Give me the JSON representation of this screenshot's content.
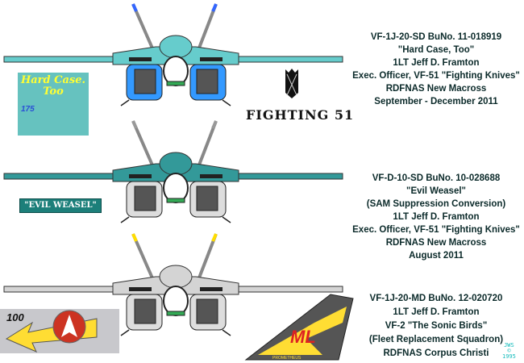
{
  "aircraft": [
    {
      "lines": [
        "VF-1J-20-SD BuNo. 11-018919",
        "\"Hard Case, Too\"",
        "1LT Jeff D. Framton",
        "Exec. Officer, VF-51 \"Fighting Knives\"",
        "RDFNAS New Macross",
        "September - December 2011"
      ],
      "colors": {
        "body": "#66cccc",
        "nacelle": "#3399ff",
        "tip": "#3366ff"
      }
    },
    {
      "lines": [
        "VF-D-10-SD BuNo. 10-028688",
        "\"Evil Weasel\"",
        "(SAM Suppression Conversion)",
        "1LT Jeff D. Framton",
        "Exec. Officer, VF-51 \"Fighting Knives\"",
        "RDFNAS New Macross",
        "August 2011"
      ],
      "colors": {
        "body": "#339999",
        "nacelle": "#dddddd",
        "tip": "#999999"
      }
    },
    {
      "lines": [
        "VF-1J-20-MD BuNo. 12-020720",
        "1LT Jeff D. Framton",
        "VF-2 \"The Sonic Birds\"",
        "(Fleet Replacement Squadron)",
        "RDFNAS Corpus Christi"
      ],
      "colors": {
        "body": "#d4d4d4",
        "nacelle": "#dddddd",
        "tip": "#ffdd00"
      }
    }
  ],
  "nose_art": {
    "title1": "Hard Case.",
    "title2": "Too",
    "number": "175"
  },
  "squadron_emblem": "FIGHTING 51",
  "evil_weasel_badge": "\"EVIL WEASEL\"",
  "modex": "100",
  "tail_text": {
    "letters": "ML",
    "name": "PROMETHEUS"
  },
  "signature": {
    "initials": "JWS",
    "symbol": "©",
    "year": "1995"
  }
}
